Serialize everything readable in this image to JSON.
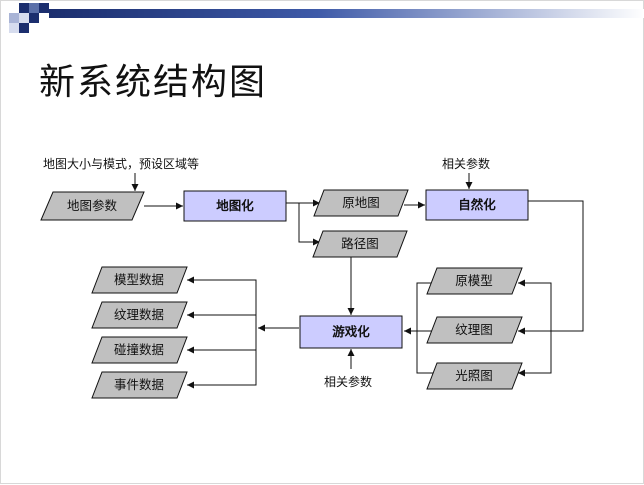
{
  "title": "新系统结构图",
  "colors": {
    "process_fill": "#ccccff",
    "io_fill": "#c0c0c0",
    "header_blue": "#1b2e6e"
  },
  "nodes": {
    "map_params": "地图参数",
    "mapify": "地图化",
    "orig_map": "原地图",
    "path_map": "路径图",
    "naturalize": "自然化",
    "orig_model": "原模型",
    "texture_map": "纹理图",
    "light_map": "光照图",
    "gamify": "游戏化",
    "model_data": "模型数据",
    "texture_data": "纹理数据",
    "collision_data": "碰撞数据",
    "event_data": "事件数据"
  },
  "notes": {
    "map_inputs": "地图大小与模式，预设区域等",
    "related_params_top": "相关参数",
    "related_params_bottom": "相关参数"
  }
}
